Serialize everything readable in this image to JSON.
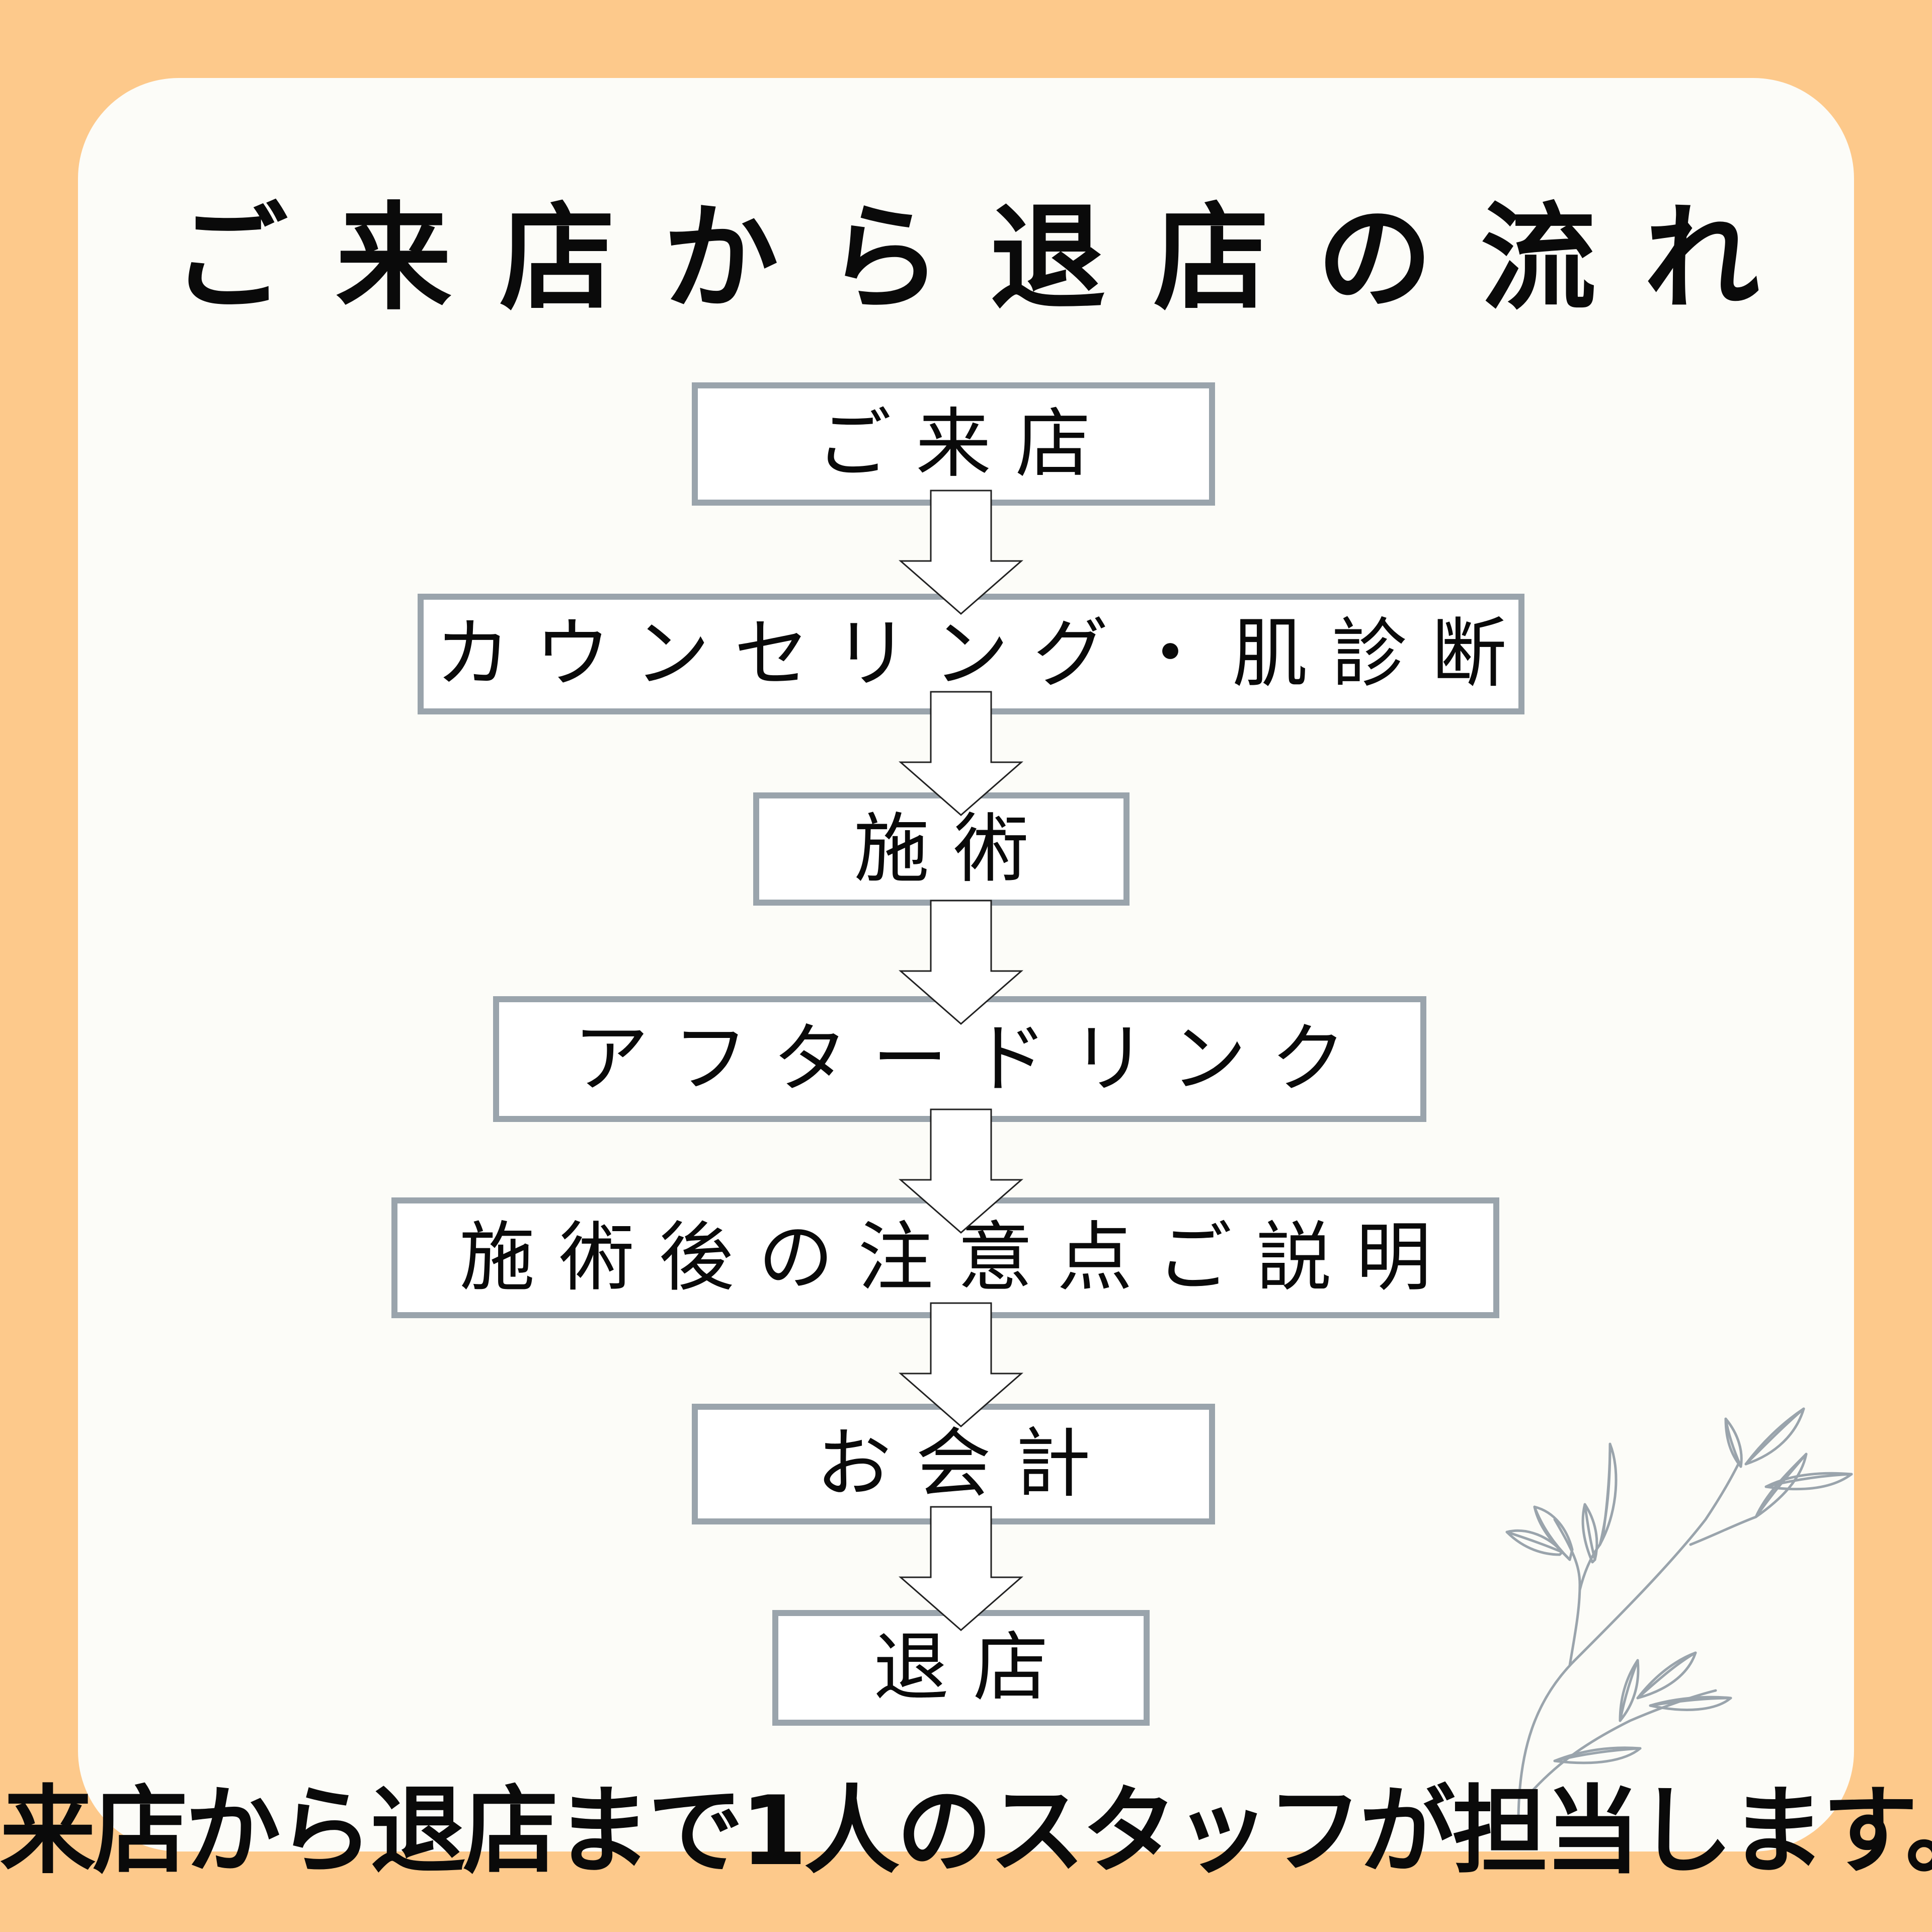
{
  "page": {
    "title": "ご来店から退店の流れ",
    "footer_note": "来店から退店まで1人のスタッフが担当します。",
    "colors": {
      "background": "#fdc98b",
      "card": "#fcfcf8",
      "box_border": "#9aa4ac",
      "text": "#0a0a0a",
      "arrow_stroke": "#222222",
      "leaf_stroke": "#9aa4ac"
    }
  },
  "flow": {
    "steps": [
      {
        "label": "ご来店"
      },
      {
        "label": "カウンセリング・肌診断"
      },
      {
        "label": "施術"
      },
      {
        "label": "アフタードリンク"
      },
      {
        "label": "施術後の注意点ご説明"
      },
      {
        "label": "お会計"
      },
      {
        "label": "退店"
      }
    ],
    "connector_icon": "down-arrow-icon"
  },
  "decoration": {
    "icon": "leaf-branch-icon"
  }
}
